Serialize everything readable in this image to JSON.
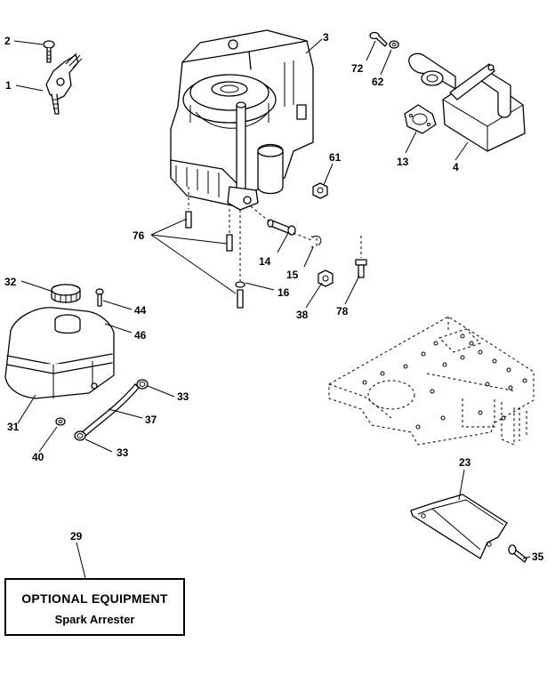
{
  "labels": {
    "l1": "1",
    "l2": "2",
    "l3": "3",
    "l4": "4",
    "l13": "13",
    "l14": "14",
    "l15": "15",
    "l16": "16",
    "l23": "23",
    "l29": "29",
    "l31": "31",
    "l32": "32",
    "l33a": "33",
    "l33b": "33",
    "l35": "35",
    "l37": "37",
    "l38": "38",
    "l40": "40",
    "l44": "44",
    "l46": "46",
    "l61": "61",
    "l62": "62",
    "l72": "72",
    "l76": "76",
    "l78": "78"
  },
  "optional_box": {
    "title": "OPTIONAL EQUIPMENT",
    "subtitle": "Spark Arrester"
  }
}
